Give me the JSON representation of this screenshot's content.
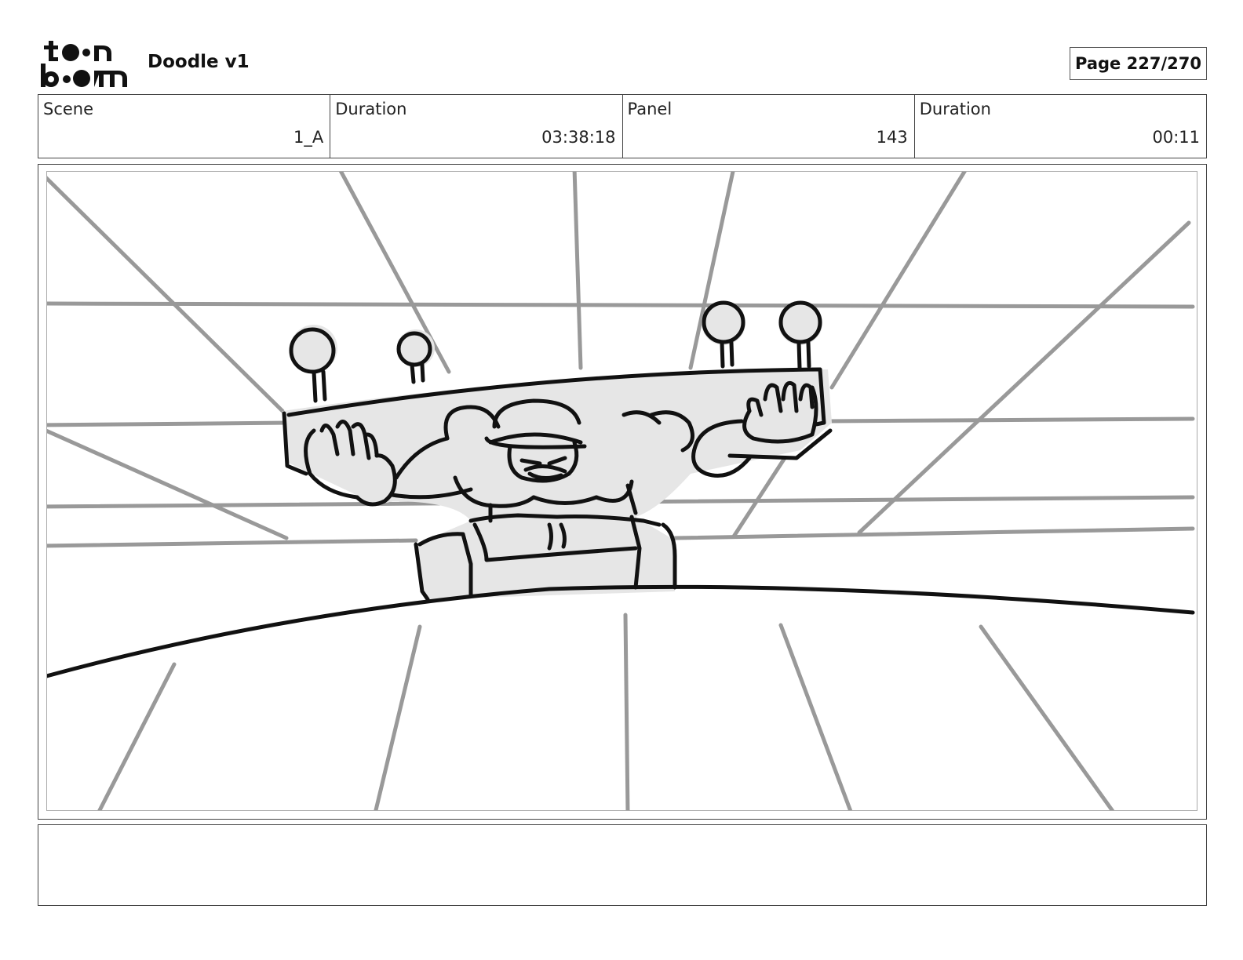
{
  "header": {
    "logo": {
      "name": "toon-boom-logo",
      "line1": "toon",
      "line2": "boom"
    },
    "project_title": "Doodle v1",
    "page_indicator": "Page 227/270"
  },
  "info": [
    {
      "label": "Scene",
      "value": "1_A"
    },
    {
      "label": "Duration",
      "value": "03:38:18"
    },
    {
      "label": "Panel",
      "value": "143"
    },
    {
      "label": "Duration",
      "value": "00:11"
    }
  ],
  "panel": {
    "image": "storyboard-sketch-muscular-man-lifting-table-ring",
    "colors": {
      "construction_lines": "#999999",
      "ink": "#111111",
      "fill": "#e6e6e6"
    }
  },
  "notes": {
    "text": ""
  }
}
